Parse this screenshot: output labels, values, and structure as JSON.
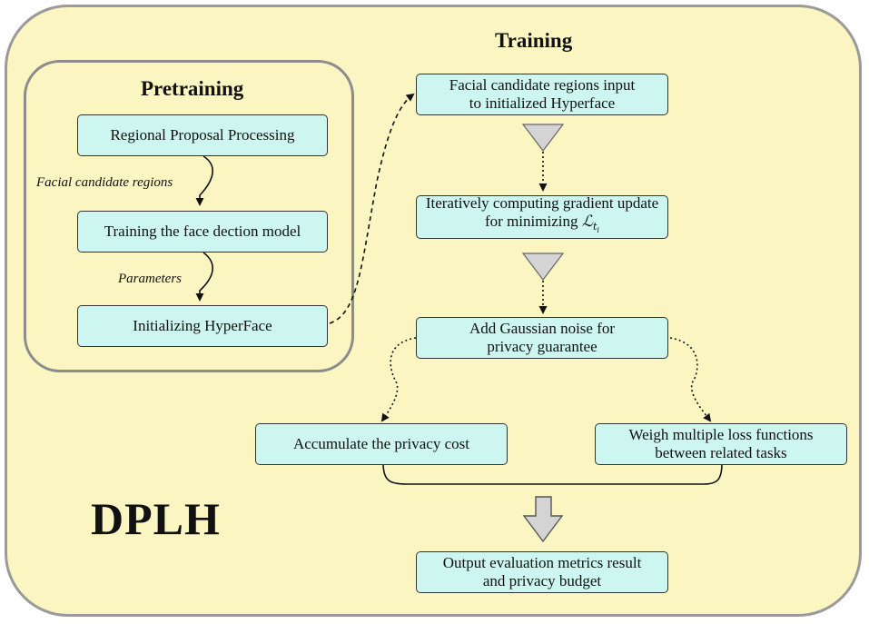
{
  "titles": {
    "training": "Training",
    "pretraining": "Pretraining",
    "dplh": "DPLH"
  },
  "pretraining": {
    "step1": "Regional Proposal Processing",
    "step2": "Training the face dection model",
    "step3": "Initializing HyperFace",
    "edge1": "Facial candidate regions",
    "edge2": "Parameters"
  },
  "training": {
    "step1_line1": "Facial candidate regions input",
    "step1_line2": "to initialized Hyperface",
    "step2_line1": "Iteratively computing gradient update",
    "step2_line2": "for minimizing",
    "step2_symbol": "ℒ",
    "step2_sub": "t",
    "step2_subsub": "i",
    "step3_line1": "Add Gaussian noise for",
    "step3_line2": "privacy guarantee",
    "left_branch": "Accumulate the privacy cost",
    "right_line1": "Weigh multiple loss functions",
    "right_line2": "between related tasks",
    "output_line1": "Output evaluation metrics result",
    "output_line2": "and privacy budget"
  },
  "colors": {
    "background": "#fbf6c1",
    "box_fill": "#ccf6ef",
    "outline": "#9a9a9a",
    "arrow_fill": "#d4d4d4"
  }
}
